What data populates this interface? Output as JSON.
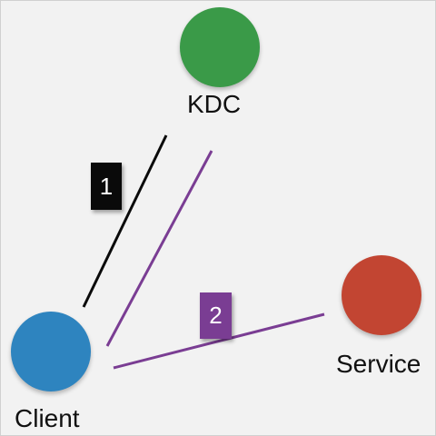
{
  "nodes": {
    "kdc": {
      "label": "KDC",
      "color": "#3a9a48"
    },
    "client": {
      "label": "Client",
      "color": "#2e84bf"
    },
    "service": {
      "label": "Service",
      "color": "#c24532"
    }
  },
  "steps": {
    "step1": {
      "label": "1",
      "color": "#0a0a0a"
    },
    "step2": {
      "label": "2",
      "color": "#7a3d93"
    }
  }
}
